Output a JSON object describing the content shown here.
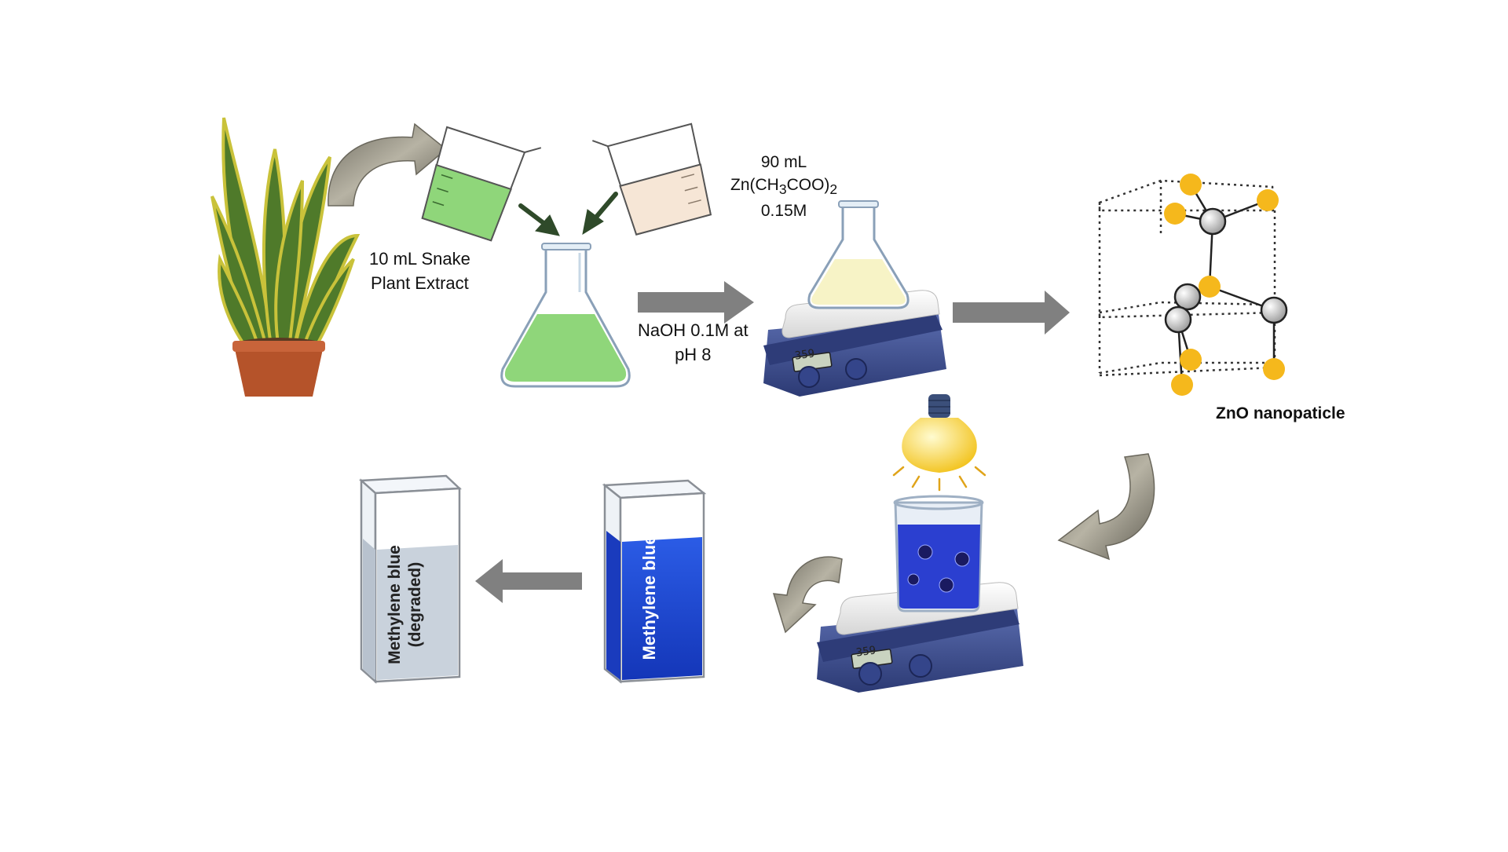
{
  "labels": {
    "plant_extract_line1": "10 mL Snake",
    "plant_extract_line2": "Plant Extract",
    "zinc_line1": "90 mL",
    "zinc_formula_a": "Zn(CH",
    "zinc_formula_sub1": "3",
    "zinc_formula_b": "COO)",
    "zinc_formula_sub2": "2",
    "zinc_line3": "0.15M",
    "naoh_line1": "NaOH 0.1M at",
    "naoh_line2": "pH 8",
    "zno": "ZnO nanopaticle",
    "mb_blue": "Methylene blue",
    "mb_degraded_line1": "Methylene blue",
    "mb_degraded_line2": "(degraded)",
    "stirrer_display": "359"
  },
  "colors": {
    "plant_green": "#4f7a2a",
    "plant_yellow": "#c9c23a",
    "pot": "#b5532a",
    "extract_green": "#8fd67a",
    "zinc_solution": "#f6e6d6",
    "flask_yellow": "#f7f3c6",
    "arrow_gray": "#808080",
    "curved_arrow": "#8d8a7c",
    "dark_green_arrow": "#2f4a2a",
    "stirrer_blue": "#3c4f92",
    "zn_atom": "#f5b81c",
    "o_atom": "#d8d8d8",
    "methylene_blue": "#1c3fd6",
    "degraded": "#c9d2dc",
    "bulb": "#fce04a"
  },
  "icons": [
    "plant-icon",
    "beaker-icon",
    "flask-icon",
    "stirrer-icon",
    "crystal-icon",
    "bulb-icon",
    "cuvette-icon",
    "arrow-icon"
  ]
}
